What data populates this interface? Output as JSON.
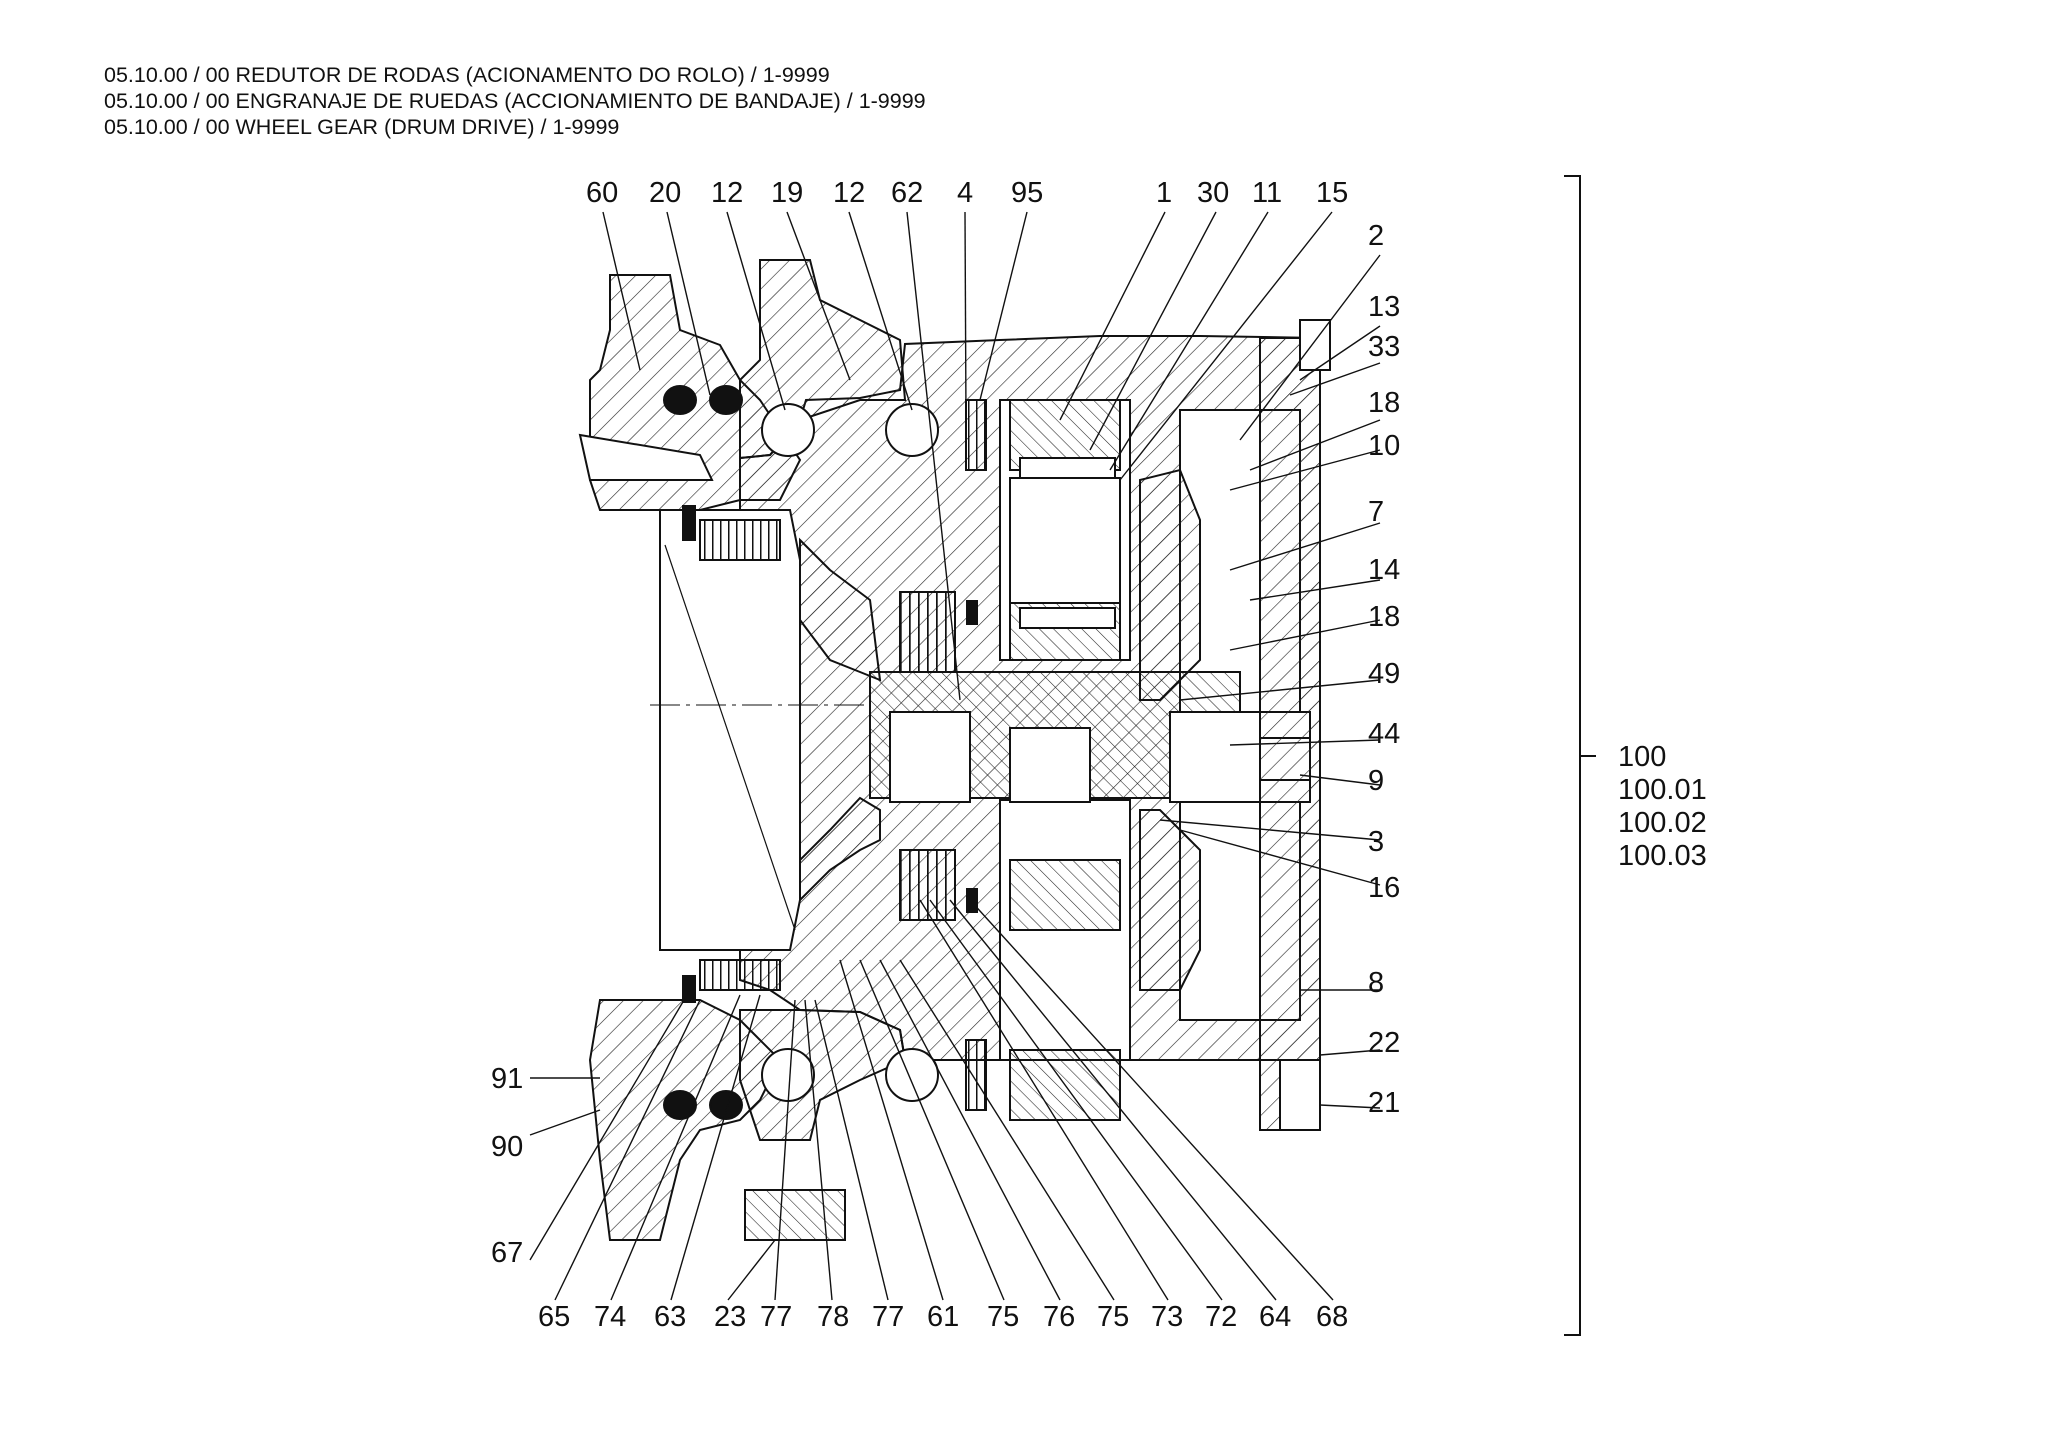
{
  "header": {
    "lines": [
      "05.10.00 / 00 REDUTOR DE RODAS (ACIONAMENTO DO ROLO) / 1-9999",
      "05.10.00 / 00 ENGRANAJE DE RUEDAS (ACCIONAMIENTO DE BANDAJE) / 1-9999",
      "05.10.00 / 00 WHEEL GEAR (DRUM DRIVE) / 1-9999"
    ]
  },
  "callouts": {
    "top": [
      "60",
      "20",
      "12",
      "19",
      "12",
      "62",
      "4",
      "95",
      "1",
      "30",
      "11",
      "15"
    ],
    "right": [
      "2",
      "13",
      "33",
      "18",
      "10",
      "7",
      "14",
      "18",
      "49",
      "44",
      "9",
      "3",
      "16",
      "8",
      "22",
      "21"
    ],
    "left": [
      "91",
      "90",
      "67"
    ],
    "bottom": [
      "65",
      "74",
      "63",
      "23",
      "77",
      "78",
      "77",
      "61",
      "75",
      "76",
      "75",
      "73",
      "72",
      "64",
      "68"
    ]
  },
  "group_labels": [
    "100",
    "100.01",
    "100.02",
    "100.03"
  ]
}
